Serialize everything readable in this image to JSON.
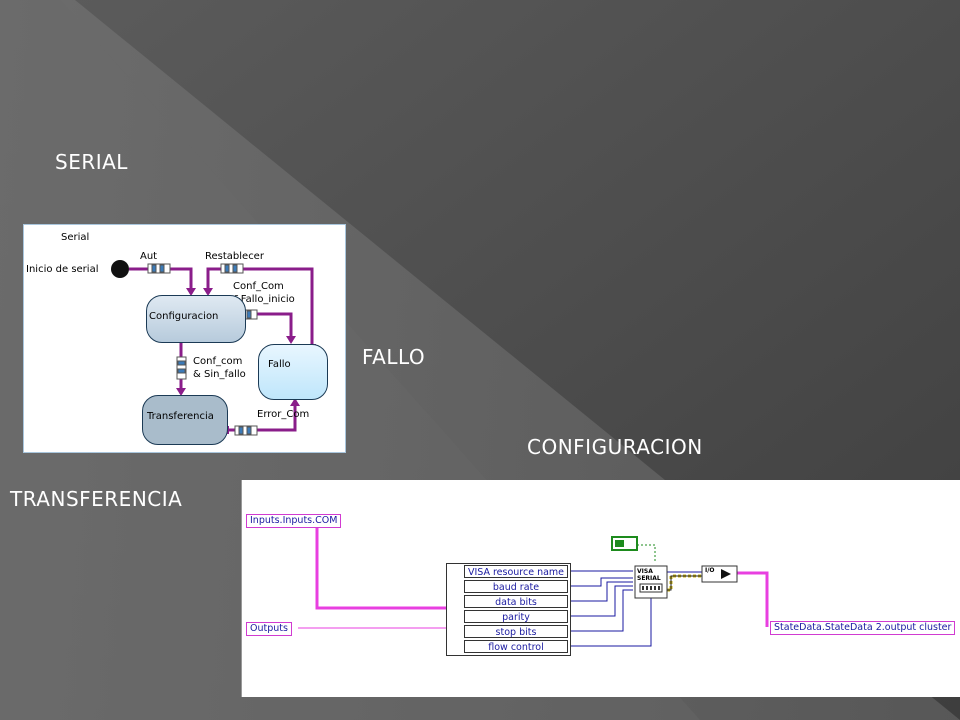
{
  "slide": {
    "labels": {
      "serial": "SERIAL",
      "fallo": "FALLO",
      "configuracion": "CONFIGURACION",
      "transferencia": "TRANSFERENCIA"
    }
  },
  "statechart": {
    "title": "Serial",
    "initial_label": "Inicio de serial",
    "states": {
      "configuracion": "Configuracion",
      "fallo": "Fallo",
      "transferencia": "Transferencia"
    },
    "transitions": {
      "aut": "Aut",
      "restablecer": "Restablecer",
      "conf_com_fallo_line1": "Conf_Com",
      "conf_com_fallo_line2": "&Fallo_inicio",
      "conf_com_sin_line1": "Conf_com",
      "conf_com_sin_line2": "& Sin_fallo",
      "error_com": "Error_Com"
    }
  },
  "blockdiagram": {
    "inputs_terminal": "Inputs.Inputs.COM",
    "outputs_terminal": "Outputs",
    "output_cluster": "StateData.StateData 2.output cluster",
    "true_constant": "T",
    "visa_icon": "VISA SERIAL",
    "io_icon": "I/O",
    "bundle_rows": [
      "VISA resource name",
      "baud rate",
      "data bits",
      "parity",
      "stop bits",
      "flow control"
    ],
    "colors": {
      "cluster_wire": "#e83fe0",
      "scalar_wire": "#1a1aa0",
      "bool_wire": "#1d8b1d",
      "error_wire": "#c9b317"
    }
  }
}
